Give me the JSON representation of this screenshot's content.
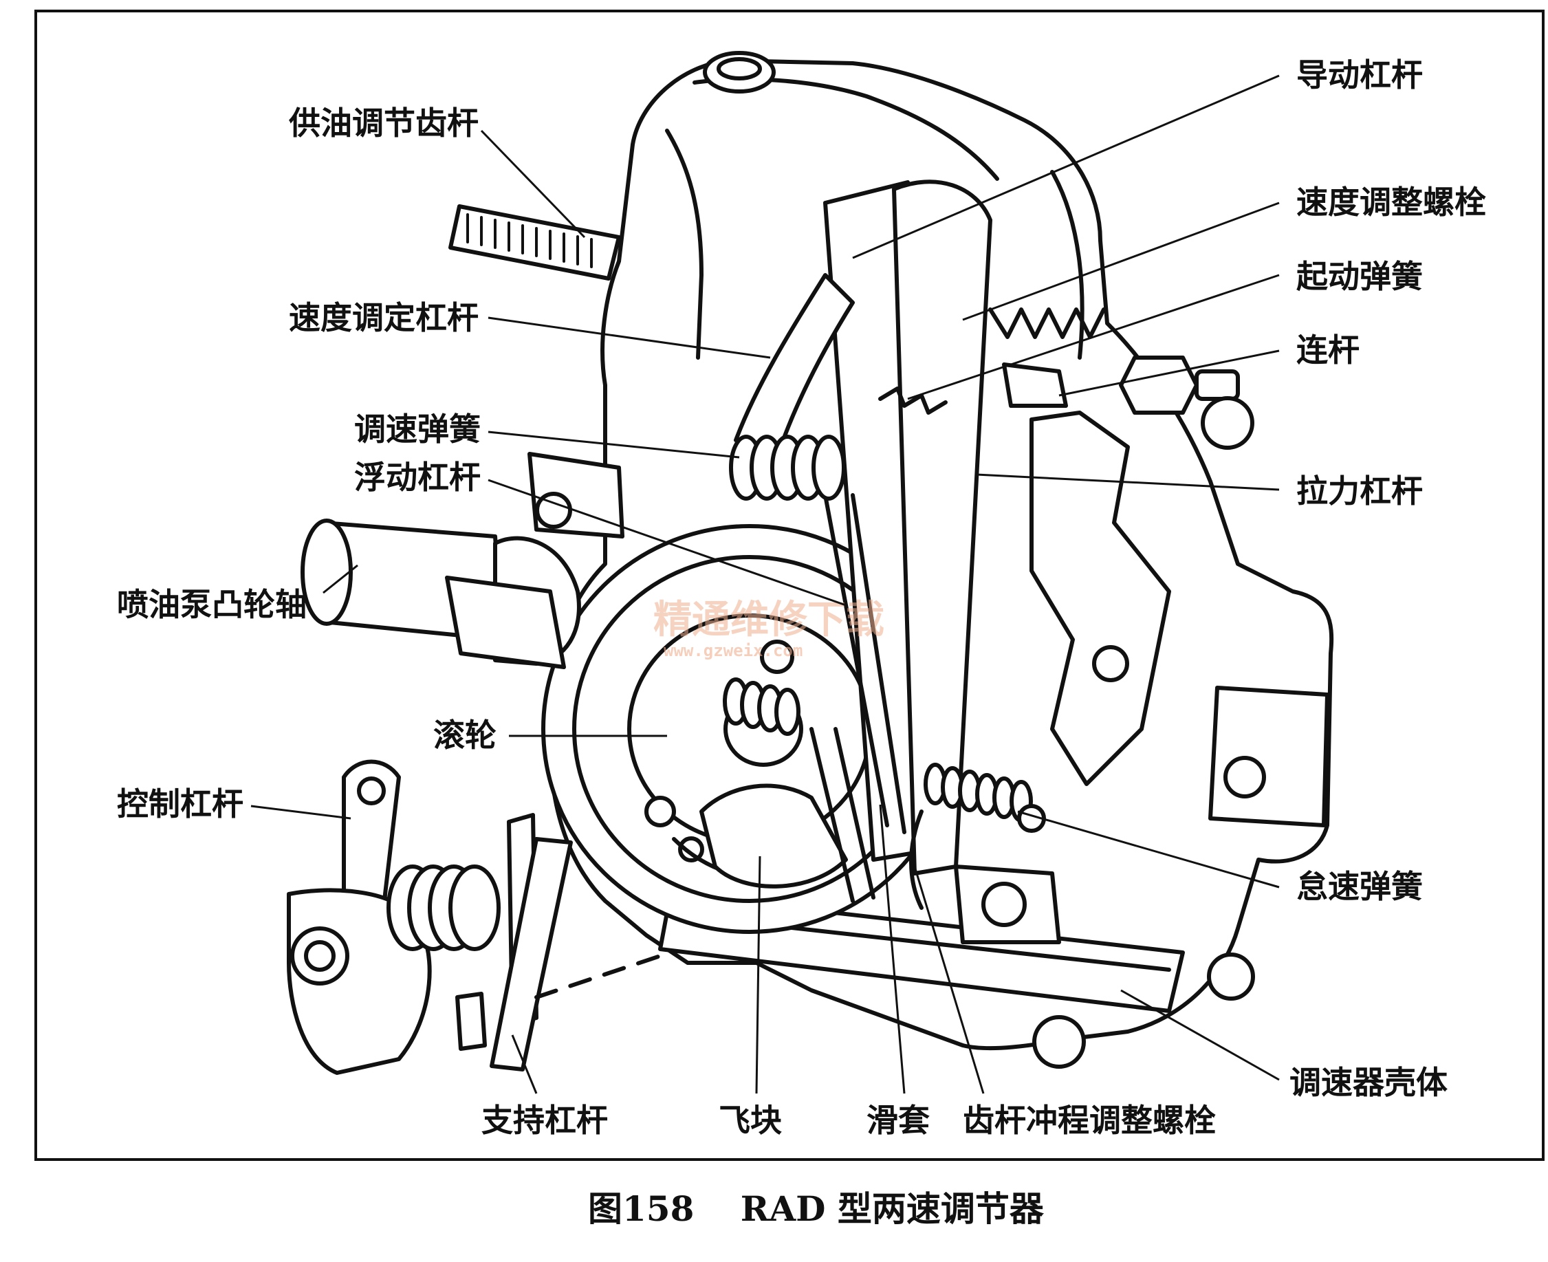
{
  "labels": {
    "gear_rack": "供油调节齿杆",
    "speed_set_lever": "速度调定杠杆",
    "gov_spring": "调速弹簧",
    "float_lever": "浮动杠杆",
    "camshaft": "喷油泵凸轮轴",
    "roller": "滚轮",
    "control_lever": "控制杠杆",
    "support_lever": "支持杠杆",
    "flyweight": "飞块",
    "sleeve": "滑套",
    "stroke_bolt": "齿杆冲程调整螺栓",
    "guide_lever": "导动杠杆",
    "speed_adj_bolt": "速度调整螺栓",
    "start_spring": "起动弹簧",
    "link": "连杆",
    "tension_lever": "拉力杠杆",
    "idle_spring": "怠速弹簧",
    "housing": "调速器壳体"
  },
  "caption": "图158　 RAD 型两速调节器",
  "watermark": {
    "text": "精通维修下载",
    "url": "www.gzweix.com"
  },
  "colors": {
    "ink": "#111111",
    "paper": "#ffffff",
    "watermark": "#f0b090"
  }
}
